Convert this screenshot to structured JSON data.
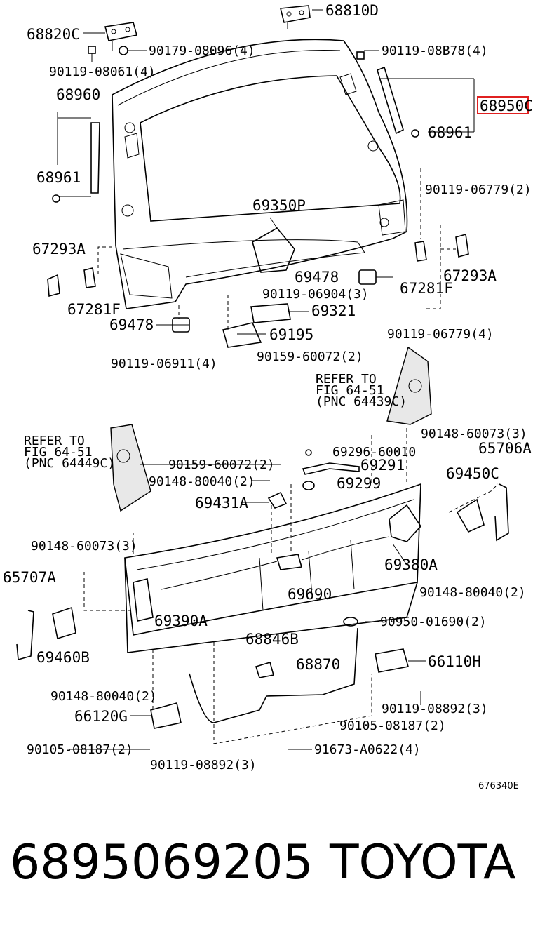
{
  "diagram": {
    "highlight_color": "#e02020",
    "drawing_code": "676340E",
    "labels": {
      "l68810D": "68810D",
      "l68820C": "68820C",
      "l90179": "90179-08096(4)",
      "l90119_08B78": "90119-08B78(4)",
      "l90119_08061": "90119-08061(4)",
      "l68960": "68960",
      "l68950C": "68950C",
      "l68961_right": "68961",
      "l68961_left": "68961",
      "l90119_06779_top": "90119-06779(2)",
      "l69350P": "69350P",
      "l67293A_left": "67293A",
      "l67293A_right": "67293A",
      "l69478_right": "69478",
      "l67281F_right": "67281F",
      "l90119_06904": "90119-06904(3)",
      "l67281F_left": "67281F",
      "l69321": "69321",
      "l69478_left": "69478",
      "l69195": "69195",
      "l90119_06779_bot": "90119-06779(4)",
      "l90119_06911": "90119-06911(4)",
      "l90159_60072_top": "90159-60072(2)",
      "refer_right_1": "REFER TO",
      "refer_right_2": "FIG 64-51",
      "refer_right_3": "(PNC 64439C)",
      "refer_left_1": "REFER TO",
      "refer_left_2": "FIG 64-51",
      "refer_left_3": "(PNC 64449C)",
      "l90148_60073_right": "90148-60073(3)",
      "l69296": "69296-60010",
      "l65706A": "65706A",
      "l90159_60072_mid": "90159-60072(2)",
      "l69291": "69291",
      "l90148_80040_mid": "90148-80040(2)",
      "l69299": "69299",
      "l69450C": "69450C",
      "l69431A": "69431A",
      "l90148_60073_left": "90148-60073(3)",
      "l69380A": "69380A",
      "l65707A": "65707A",
      "l90148_80040_right": "90148-80040(2)",
      "l69690": "69690",
      "l69390A": "69390A",
      "l90950": "90950-01690(2)",
      "l68846B": "68846B",
      "l69460B": "69460B",
      "l68870": "68870",
      "l66110H": "66110H",
      "l90148_80040_left": "90148-80040(2)",
      "l90119_08892_right": "90119-08892(3)",
      "l66120G": "66120G",
      "l90105_08187_right": "90105-08187(2)",
      "l90105_08187_left": "90105-08187(2)",
      "l91673": "91673-A0622(4)",
      "l90119_08892_left": "90119-08892(3)"
    }
  },
  "footer": {
    "part_number": "6895069205",
    "brand": "TOYOTA"
  }
}
